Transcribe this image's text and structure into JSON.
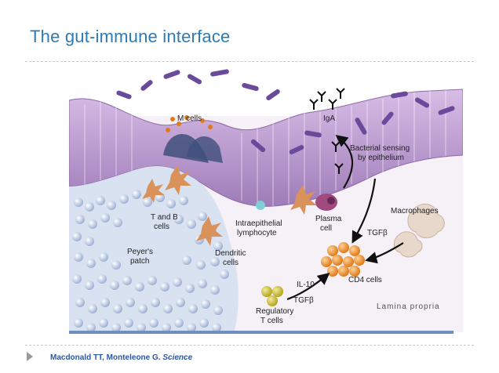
{
  "slide": {
    "title": "The gut-immune interface",
    "citation_authors": "Macdonald TT,  Monteleone G. ",
    "citation_journal": "Science"
  },
  "diagram": {
    "labels": {
      "m_cells": "M cells",
      "iga": "IgA",
      "bacterial_sensing_line1": "Bacterial sensing",
      "bacterial_sensing_line2": "by epithelium",
      "t_b_cells_line1": "T and B",
      "t_b_cells_line2": "cells",
      "peyers_patch_line1": "Peyer's",
      "peyers_patch_line2": "patch",
      "intraepithelial_line1": "Intraepithelial",
      "intraepithelial_line2": "lymphocyte",
      "plasma_cell_line1": "Plasma",
      "plasma_cell_line2": "cell",
      "macrophages": "Macrophages",
      "tgfb_upper": "TGFβ",
      "dendritic_cells_line1": "Dendritic",
      "dendritic_cells_line2": "cells",
      "cd4_cells": "CD4 cells",
      "il10": "IL-10",
      "tgfb_lower": "TGFβ",
      "regulatory_t_line1": "Regulatory",
      "regulatory_t_line2": "T cells",
      "lamina_propria": "Lamina propria"
    },
    "colors": {
      "epithelium": "#c7a9d6",
      "lumen": "#b89bc9",
      "bacteria": "#6a4a9a",
      "lamina": "#f2eaf4",
      "peyers": "#cfd9ea",
      "lymphocyte": "#b9c7e0",
      "dendritic": "#d9925a",
      "cd4": "#e78a2a",
      "regulatory": "#c8b832",
      "plasma": "#a04a80",
      "macrophage": "#e8d8cc",
      "title": "#2c7bb6",
      "citation": "#2d57a0"
    }
  }
}
